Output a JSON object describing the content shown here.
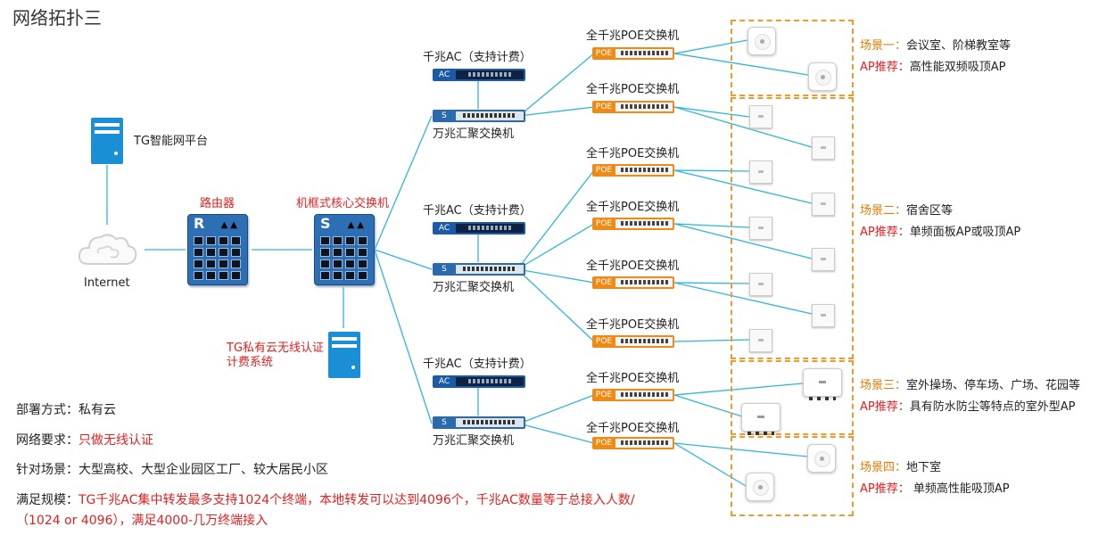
{
  "title": "网络拓扑三",
  "platform_label": "TG智能网平台",
  "internet_label": "Internet",
  "router_label": "路由器",
  "router_letter": "R",
  "core_label": "机框式核心交换机",
  "core_letter": "S",
  "auth_label_line1": "TG私有云无线认证",
  "auth_label_line2": "计费系统",
  "ac_group_label": "千兆AC（支持计费）",
  "ac_tag": "AC",
  "agg_label": "万兆汇聚交换机",
  "agg_tag": "S",
  "poe_label": "全千兆POE交换机",
  "poe_tag": "POE",
  "info": {
    "deploy_key": "部署方式：",
    "deploy_val": "私有云",
    "req_key": "网络要求：",
    "req_val": "只做无线认证",
    "scene_key": "针对场景：",
    "scene_val": "大型高校、大型企业园区工厂、较大居民小区",
    "scale_key": "满足规模：",
    "scale_val_line1": "TG千兆AC集中转发最多支持1024个终端，本地转发可以达到4096个，千兆AC数量等于总接入人数/",
    "scale_val_line2": "（1024 or 4096），满足4000-几万终端接入"
  },
  "scenes": [
    {
      "name": "场景一：",
      "desc": "会议室、阶梯教室等",
      "ap_key": "AP推荐：",
      "ap_val": "高性能双频吸顶AP"
    },
    {
      "name": "场景二：",
      "desc": "宿舍区等",
      "ap_key": "AP推荐：",
      "ap_val": "单频面板AP或吸顶AP"
    },
    {
      "name": "场景三：",
      "desc": "室外操场、停车场、广场、花园等",
      "ap_key": "AP推荐：",
      "ap_val": "具有防水防尘等特点的室外型AP"
    },
    {
      "name": "场景四：",
      "desc": "地下室",
      "ap_key": "AP推荐：",
      "ap_val": " 单频高性能吸顶AP"
    }
  ],
  "colors": {
    "line": "#2fb6d6",
    "accent_red": "#e02020",
    "accent_orange": "#e57a00",
    "device_blue": "#2a6bb0",
    "poe_orange": "#ef8a15"
  }
}
